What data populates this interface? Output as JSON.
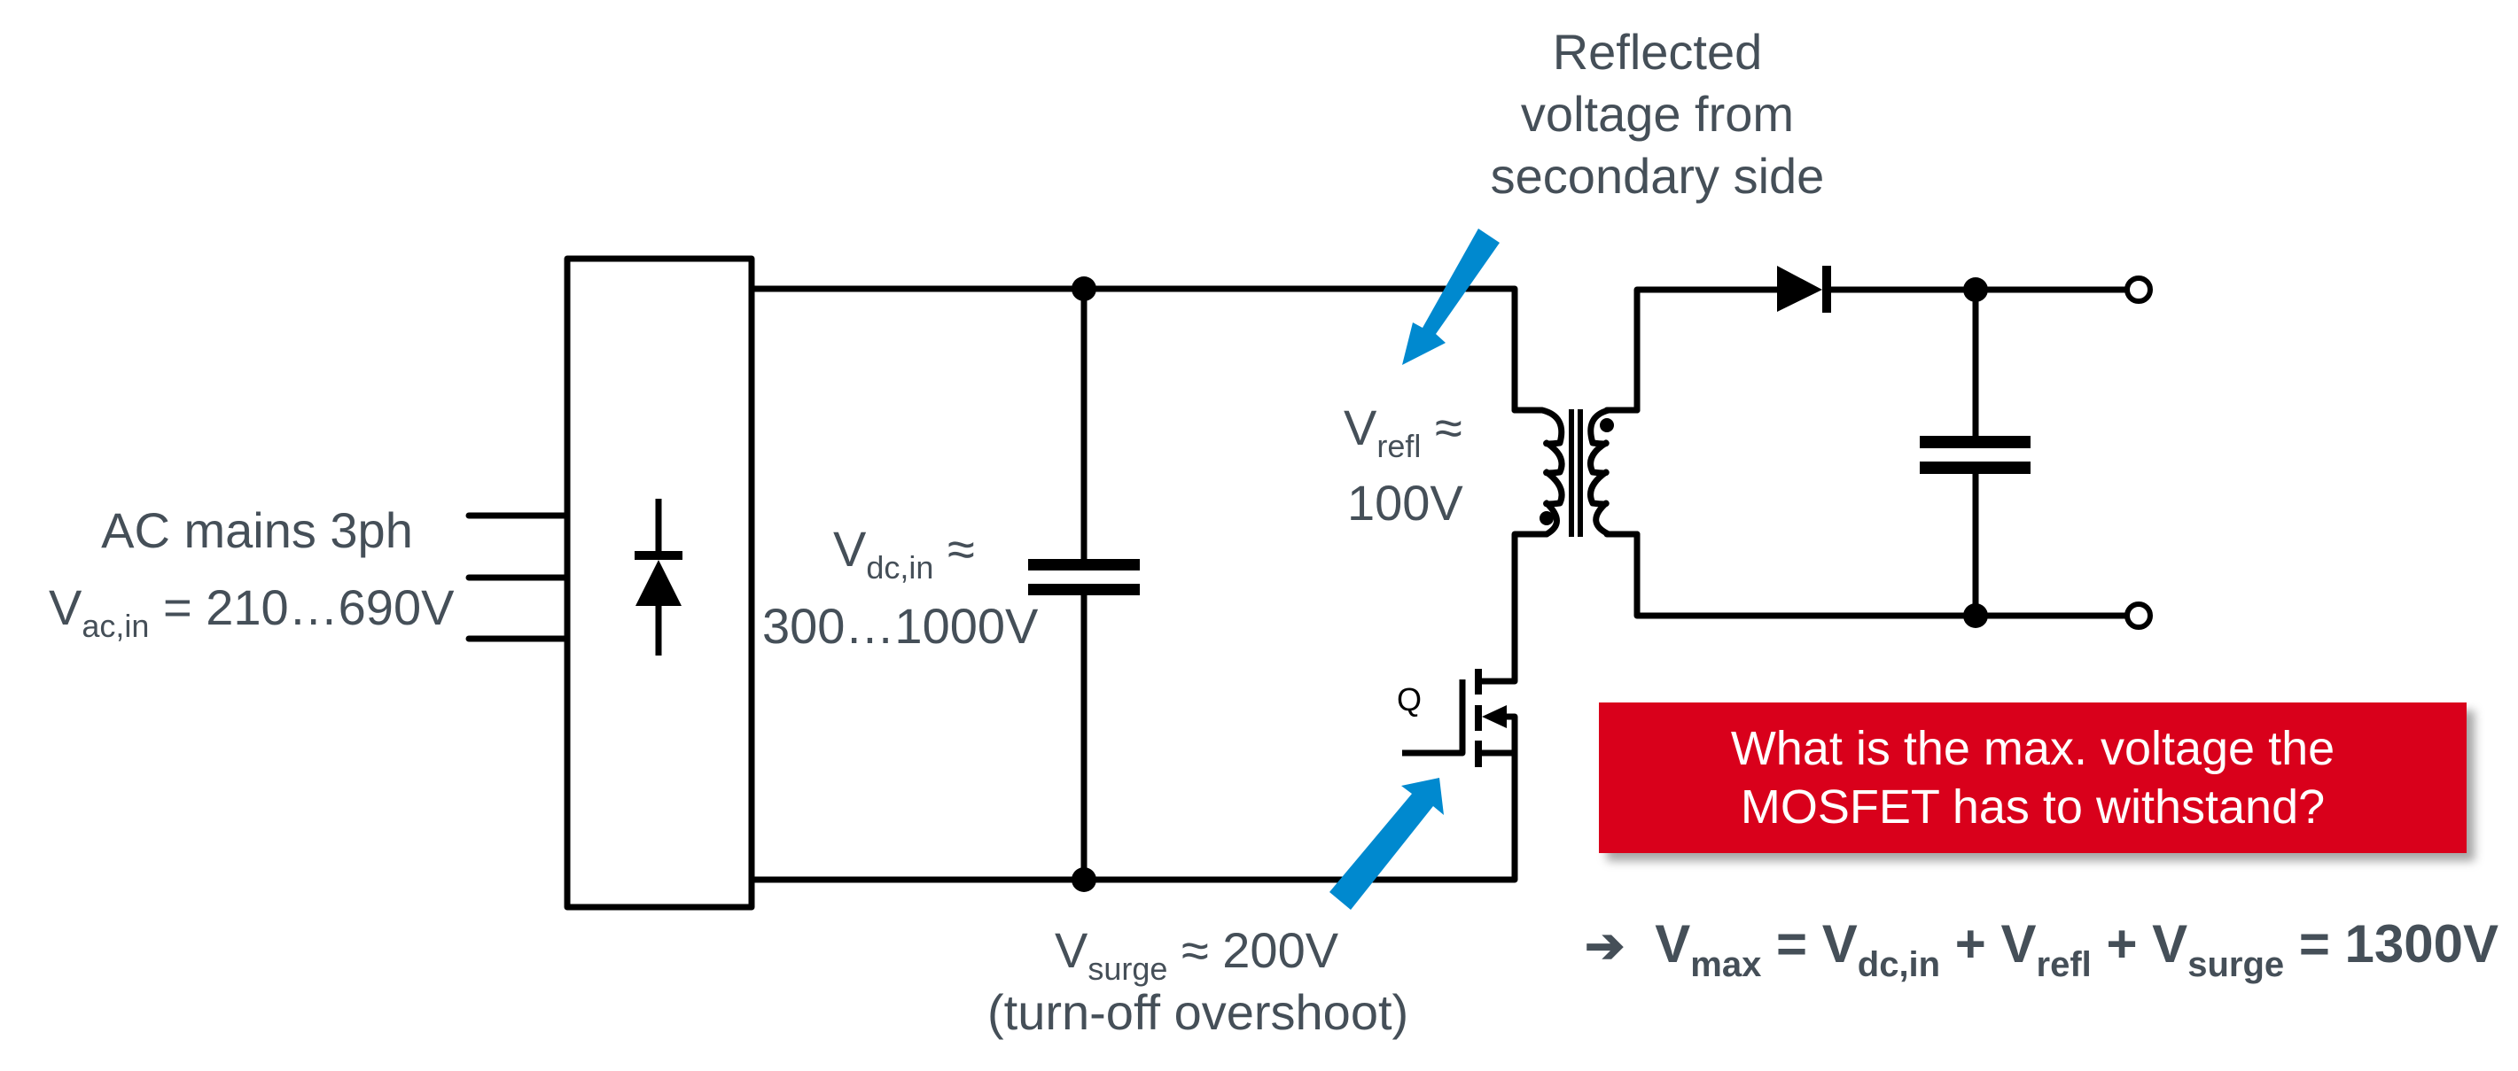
{
  "labels": {
    "ac_mains": {
      "line1": "AC mains 3ph",
      "v_symbol": "V",
      "v_sub": "ac,in",
      "v_value": "= 210…690V"
    },
    "vdc": {
      "v_symbol": "V",
      "v_sub": "dc,in",
      "approx": "≈",
      "value": "300…1000V"
    },
    "reflected_note": {
      "line1": "Reflected",
      "line2": "voltage from",
      "line3": "secondary side"
    },
    "vrefl": {
      "v_symbol": "V",
      "v_sub": "refl",
      "approx": "≈",
      "value": "100V"
    },
    "vsurge": {
      "v_symbol": "V",
      "v_sub": "surge",
      "value": "≈ 200V",
      "note": "(turn-off overshoot)"
    },
    "mosfet": "Q"
  },
  "callout": {
    "line1": "What is the max. voltage the",
    "line2": "MOSFET has to withstand?",
    "color": "#d9001b"
  },
  "formula": {
    "arrow": "➔",
    "lhs_symbol": "V",
    "lhs_sub": "max",
    "eq1": "=",
    "t1_symbol": "V",
    "t1_sub": "dc,in",
    "plus1": "+",
    "t2_symbol": "V",
    "t2_sub": "refl",
    "plus2": "+",
    "t3_symbol": "V",
    "t3_sub": "surge",
    "result": "= 1300V"
  },
  "colors": {
    "annotation_arrow": "#0089cf",
    "text": "#454f58",
    "wire": "#000000"
  },
  "components": [
    "3-phase rectifier",
    "DC link capacitor",
    "flyback transformer",
    "MOSFET Q",
    "output diode",
    "output capacitor",
    "output terminals"
  ]
}
